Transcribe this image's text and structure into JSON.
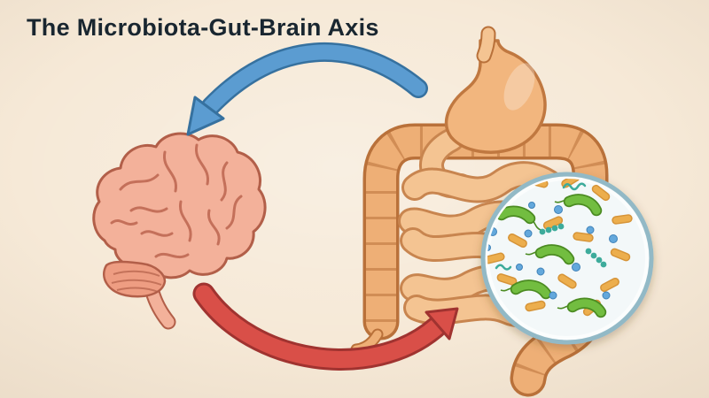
{
  "title": "The Microbiota-Gut-Brain Axis",
  "illustration": {
    "components": [
      "brain",
      "gut",
      "microbiota-magnified-view",
      "gut-to-brain-arrow",
      "brain-to-gut-arrow"
    ]
  },
  "colors": {
    "background": "#f6e9d7",
    "title_text": "#192630",
    "brain_fill": "#f3b19a",
    "brain_outline": "#b25f49",
    "brain_lines": "#c4705a",
    "cerebellum_fill": "#ee9d82",
    "colon_fill": "#eeaf76",
    "colon_outline": "#b9713a",
    "intestine_fill": "#f4c492",
    "intestine_outline": "#c8854f",
    "stomach_fill": "#f2b67e",
    "stomach_outline": "#c07840",
    "arrow_blue_fill": "#5b9cd1",
    "arrow_blue_outline": "#36719f",
    "arrow_red_fill": "#d94f48",
    "arrow_red_outline": "#a03330",
    "lens_fill": "#f3f8f9",
    "lens_ring": "#92b9c6",
    "bacteria_green": "#72bd3f",
    "bacteria_green_outline": "#4b8b22",
    "bacteria_orange": "#ecae4e",
    "bacteria_orange_outline": "#d69437",
    "bacteria_blue": "#64a8dc",
    "bacteria_teal": "#3dab9b"
  }
}
